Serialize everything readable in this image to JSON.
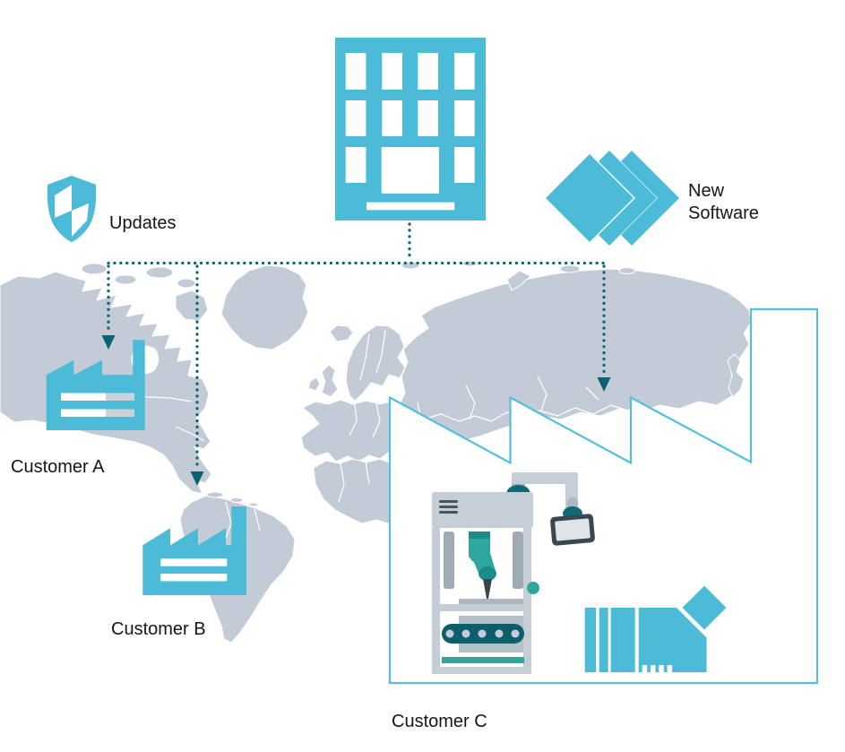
{
  "colors": {
    "primary_blue": "#4CBBD8",
    "outline_blue": "#54BEDC",
    "dark_teal": "#0A6373",
    "map_land": "#C3CCD6",
    "map_border": "#FFFFFF",
    "machine_frame_gray": "#C5CED6",
    "machine_column_gray": "#9EAAB4",
    "machine_mid_gray": "#ACB7C0",
    "machine_block_gray": "#B4BFC7",
    "teal_accent": "#2EA79E",
    "teal_joint": "#1D8C89",
    "conveyor_dark_teal": "#0D5E6B",
    "ball_dark_teal": "#0E6B74",
    "monitor_border": "#3A474F",
    "monitor_screen": "#DEE4E9",
    "needle_dark": "#3A424A",
    "stripe_gray": "#C9D3DA",
    "text_color": "#151515"
  },
  "headquarters": {
    "icon": "hq-building-icon"
  },
  "updates": {
    "label": "Updates",
    "icon": "shield-icon"
  },
  "new_software": {
    "line1": "New",
    "line2": "Software",
    "icon": "new-software-chevrons-icon"
  },
  "customers": [
    {
      "id": "A",
      "label": "Customer A",
      "icon": "factory-icon"
    },
    {
      "id": "B",
      "label": "Customer B",
      "icon": "factory-icon"
    },
    {
      "id": "C",
      "label": "Customer C",
      "icon": "factory-outline-with-machines"
    }
  ]
}
